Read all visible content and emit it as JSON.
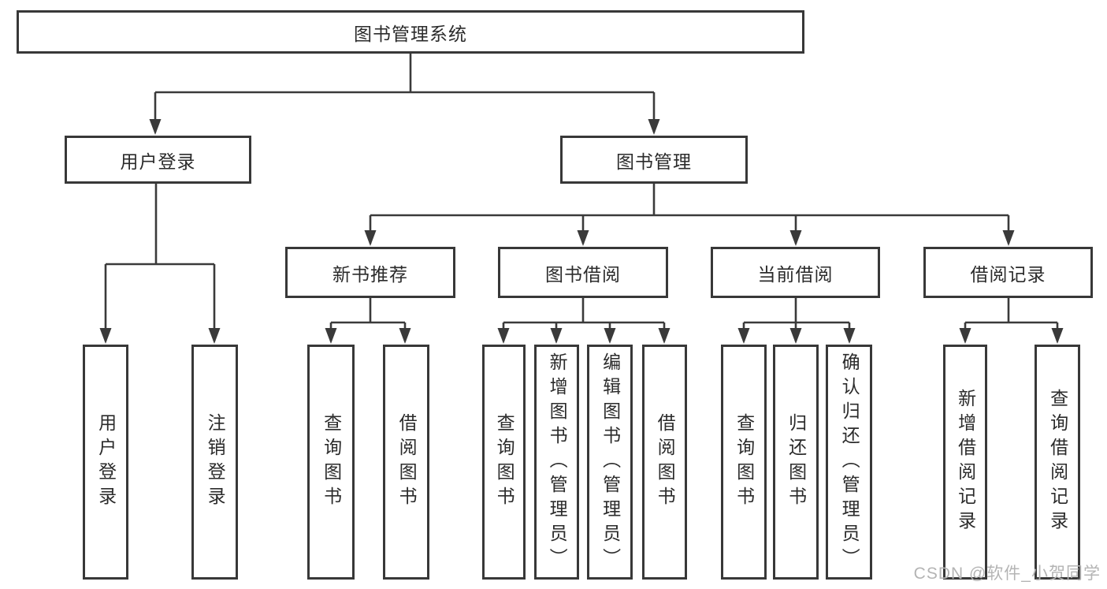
{
  "tree": {
    "label": "图书管理系统",
    "children": [
      {
        "label": "用户登录",
        "children": [
          {
            "label": "用户登录"
          },
          {
            "label": "注销登录"
          }
        ]
      },
      {
        "label": "图书管理",
        "children": [
          {
            "label": "新书推荐",
            "children": [
              {
                "label": "查询图书"
              },
              {
                "label": "借阅图书"
              }
            ]
          },
          {
            "label": "图书借阅",
            "children": [
              {
                "label": "查询图书"
              },
              {
                "label": "新增图书（管理员）"
              },
              {
                "label": "编辑图书（管理员）"
              },
              {
                "label": "借阅图书"
              }
            ]
          },
          {
            "label": "当前借阅",
            "children": [
              {
                "label": "查询图书"
              },
              {
                "label": "归还图书"
              },
              {
                "label": "确认归还（管理员）"
              }
            ]
          },
          {
            "label": "借阅记录",
            "children": [
              {
                "label": "新增借阅记录"
              },
              {
                "label": "查询借阅记录"
              }
            ]
          }
        ]
      }
    ]
  },
  "watermark": {
    "text": "CSDN @软件_小贺同学"
  },
  "colors": {
    "line": "#3a3a3a",
    "box_border": "#383838",
    "box_fill": "#ffffff",
    "text": "#2b2b2b",
    "watermark": "#b4b4b4",
    "background": "#ffffff"
  }
}
